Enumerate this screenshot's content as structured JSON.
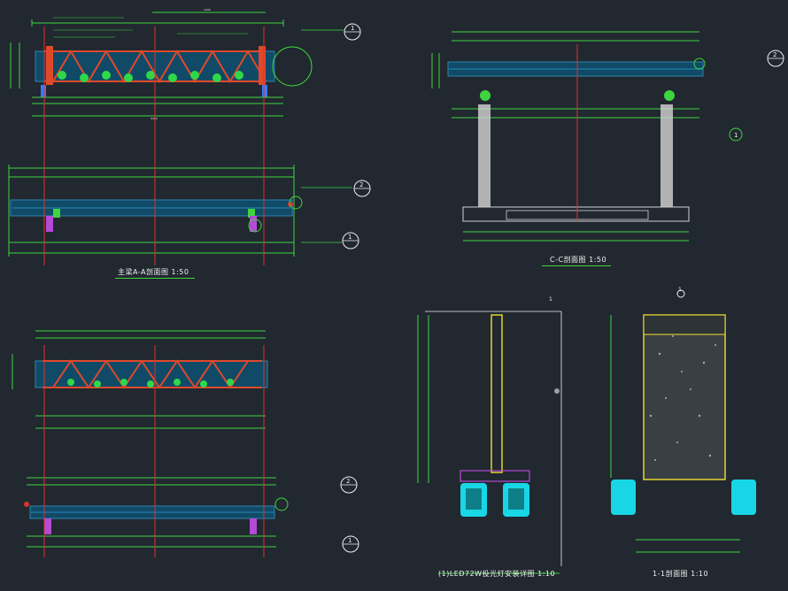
{
  "drawing": {
    "captions": {
      "section_aa": "主梁A-A剖面图 1:50",
      "section_cc": "C-C剖面图 1:50",
      "lamp_install": "(1)LED72W投光灯安装详图 1:10",
      "section_11": "1-1剖面图 1:10"
    },
    "callouts": {
      "c1": "1",
      "c2": "2",
      "c3": "1",
      "c4": "2",
      "c5": "1",
      "c6": "2",
      "c7": "1",
      "c8": "1",
      "c9": "1"
    },
    "colors": {
      "background": "#212830",
      "steel_beam": "#1a6b8f",
      "truss": "#e0492a",
      "plants": "#2fd84a",
      "dimension": "#3fd43f",
      "centerline": "#e03030",
      "lamp": "#18d6e6",
      "concrete_outline": "#f2e030",
      "text": "#f0f0f0"
    }
  }
}
